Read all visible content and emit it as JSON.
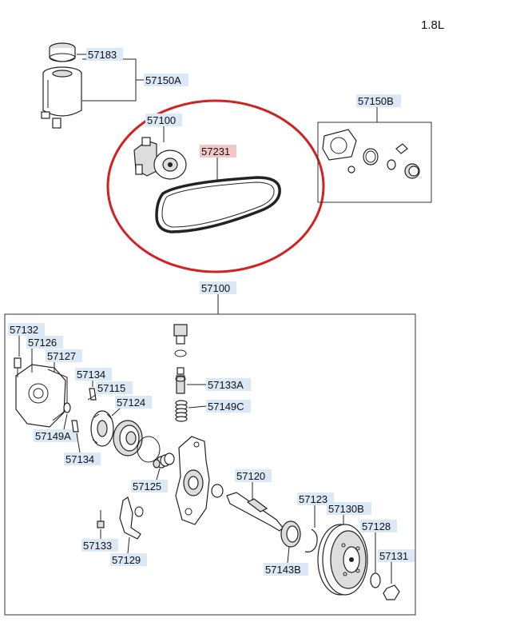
{
  "header": {
    "engine_code": "1.8L"
  },
  "colors": {
    "highlight_ring": "#d32020",
    "label_background": "#dbe9f7",
    "label_highlight": "#f4c7c7"
  },
  "top_section": {
    "labels": {
      "cap": "57183",
      "reservoir": "57150A",
      "pump": "57100",
      "belt": "57231",
      "kit": "57150B"
    }
  },
  "assembly_section": {
    "title": "57100",
    "labels": {
      "p57132": "57132",
      "p57126": "57126",
      "p57127": "57127",
      "p57134a": "57134",
      "p57115": "57115",
      "p57124": "57124",
      "p57149a": "57149A",
      "p57134b": "57134",
      "p57133a": "57133A",
      "p57149c": "57149C",
      "p57125": "57125",
      "p57120": "57120",
      "p57123": "57123",
      "p57130b": "57130B",
      "p57128": "57128",
      "p57133": "57133",
      "p57129": "57129",
      "p57143b": "57143B",
      "p57131": "57131"
    }
  }
}
